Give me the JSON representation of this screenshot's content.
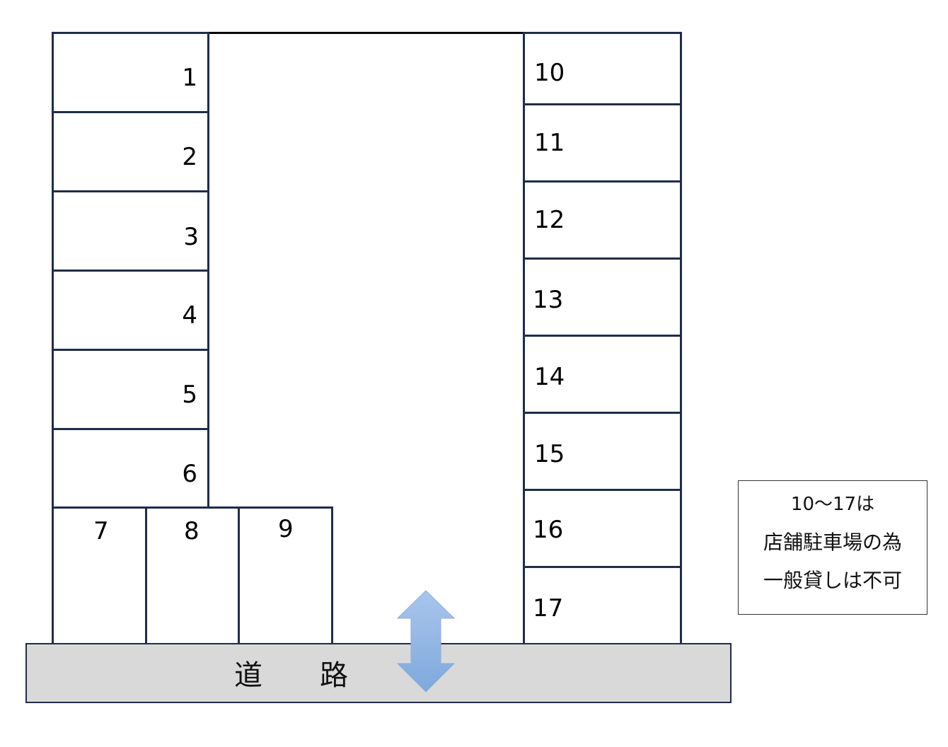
{
  "diagram": {
    "type": "parking-lot-layout",
    "left_column_slots": [
      {
        "label": "1"
      },
      {
        "label": "2"
      },
      {
        "label": "3"
      },
      {
        "label": "4"
      },
      {
        "label": "5"
      },
      {
        "label": "6"
      }
    ],
    "bottom_row_slots": [
      {
        "label": "7"
      },
      {
        "label": "8"
      },
      {
        "label": "9"
      }
    ],
    "right_column_slots": [
      {
        "label": "10"
      },
      {
        "label": "11"
      },
      {
        "label": "12"
      },
      {
        "label": "13"
      },
      {
        "label": "14"
      },
      {
        "label": "15"
      },
      {
        "label": "16"
      },
      {
        "label": "17"
      }
    ],
    "road": {
      "label_left": "道",
      "label_right": "路",
      "fill_color": "#d9d9d9"
    },
    "entrance_arrow": {
      "icon": "double-arrow-vertical-icon",
      "color": "#8db3e2"
    },
    "note": {
      "line1": "10〜17は",
      "line2": "店舗駐車場の為",
      "line3": "一般貸しは不可"
    },
    "colors": {
      "slot_border": "#1f2d4a",
      "background": "#ffffff"
    }
  }
}
